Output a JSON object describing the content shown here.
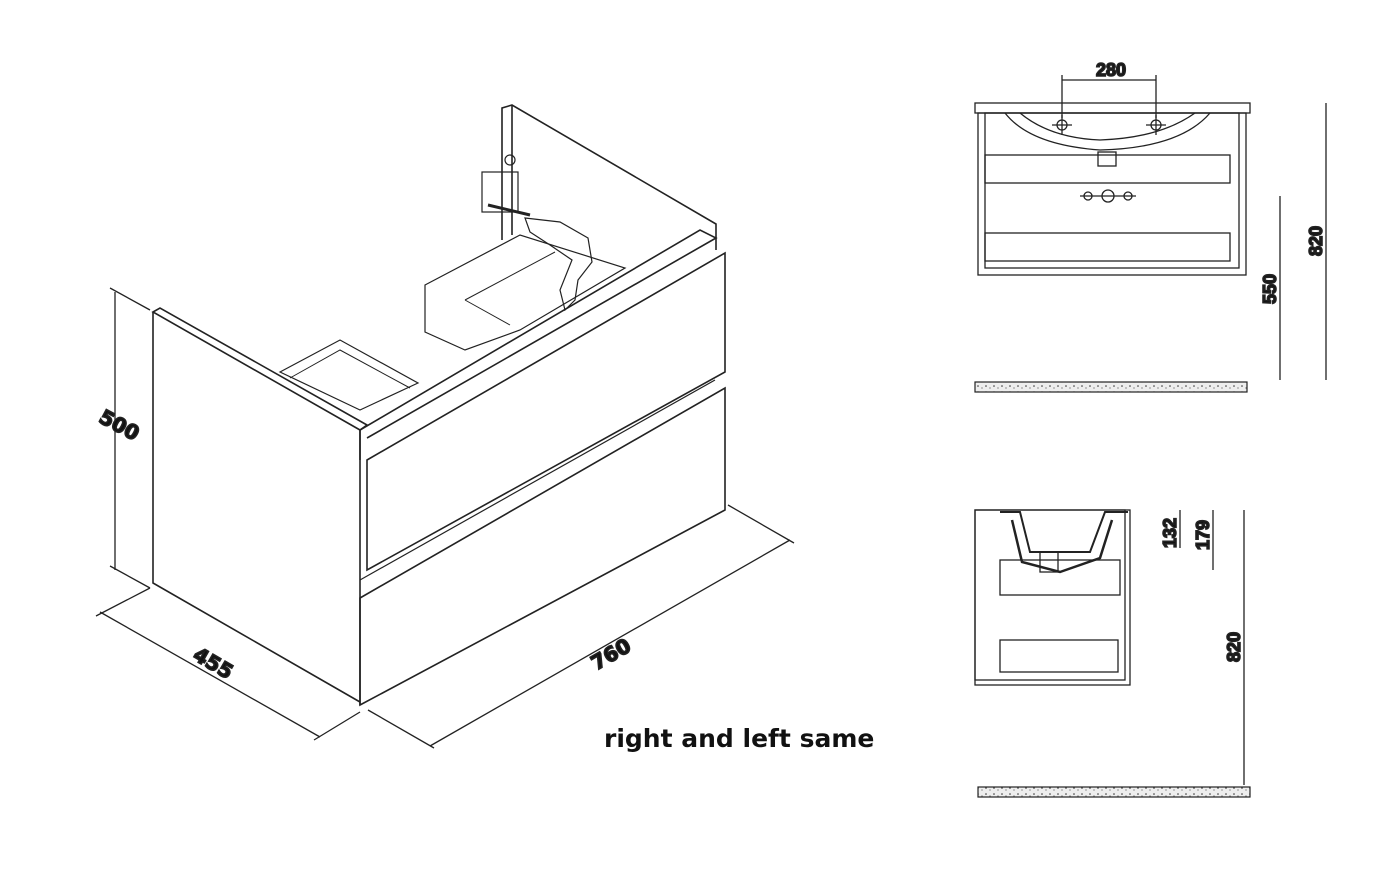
{
  "iso_view": {
    "height_dim": "500",
    "depth_dim": "455",
    "width_dim": "760"
  },
  "caption": "right and left same",
  "front_view": {
    "tap_spacing_dim": "280",
    "total_height_dim": "820",
    "mount_height_dim": "550"
  },
  "side_view": {
    "basin_depth_dim": "132",
    "basin_top_dim": "179",
    "total_height_dim": "820"
  }
}
